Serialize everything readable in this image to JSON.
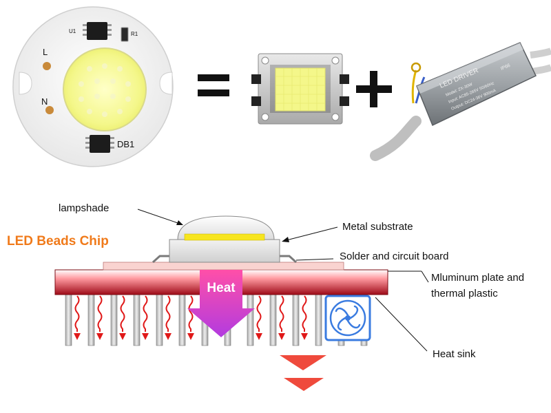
{
  "top": {
    "board_labels": {
      "l": "L",
      "n": "N",
      "u1": "U1",
      "r1": "R1",
      "db1": "DB1"
    },
    "operators": {
      "equals": "=",
      "plus": "+"
    },
    "driver": {
      "brand": "LED DRIVER",
      "line1": "Model: ZX-30W",
      "line2": "Input: AC85-265V 50/60Hz",
      "line3": "Output: DC24-36V 900mA",
      "rating": "IP66"
    }
  },
  "diagram": {
    "title": "LED Beads Chip",
    "heat_label": "Heat",
    "callouts": {
      "lampshade": "lampshade",
      "metal_substrate": "Metal substrate",
      "solder": "Solder and circuit board",
      "aluminum_line1": "Mluminum plate and",
      "aluminum_line2": "thermal plastic",
      "heat_sink": "Heat sink"
    }
  },
  "colors": {
    "title_orange": "#f07a1a",
    "heat_magenta": "#e03bd0",
    "plate_red": "#b01020",
    "wave_red": "#e01818",
    "chevron_red": "#ef4a3c",
    "fan_blue": "#3a7be0"
  },
  "icons": [
    "fan-icon",
    "heat-arrow-icon",
    "chevron-down-icon"
  ]
}
